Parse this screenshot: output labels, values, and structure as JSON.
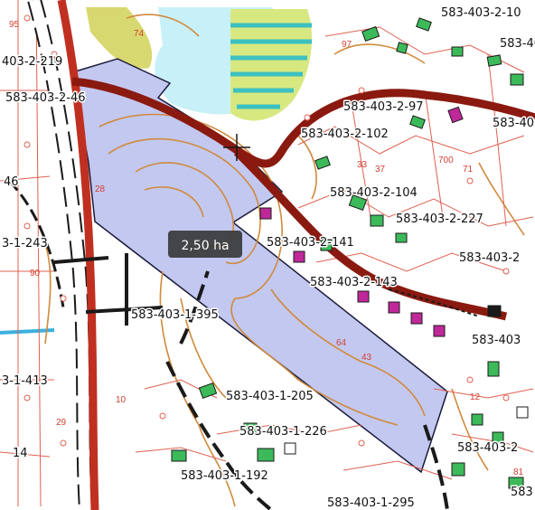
{
  "area_label": "2,50 ha",
  "parcels": [
    "583-403-2-10",
    "583-40",
    "403-2-219",
    "583-403-2-46",
    "583-403-2-97",
    "583-40",
    "583-403-2-102",
    "583-403-2-104",
    "583-403-2-227",
    "583-403-2-141",
    "583-403-2",
    "583-403-2-143",
    "583-403-1-395",
    "583-403",
    "583-403-1-205",
    "583-403-1-226",
    "583-403-2",
    "583-403-1-192",
    "583-403-1-295",
    "583",
    "3-1-243",
    "3-1-413",
    "46",
    "14"
  ],
  "red_numbers": [
    "95",
    "74",
    "97",
    "33",
    "37",
    "700",
    "71",
    "90",
    "29",
    "10",
    "28",
    "64",
    "43",
    "12",
    "81"
  ],
  "colors": {
    "water": "#c8f0f8",
    "highlight_area": "#c3c8f0",
    "road": "#c03020",
    "parcel_line": "#e06050",
    "contour": "#d08a3c",
    "building_green": "#3cba5a",
    "building_magenta": "#c0289a"
  }
}
